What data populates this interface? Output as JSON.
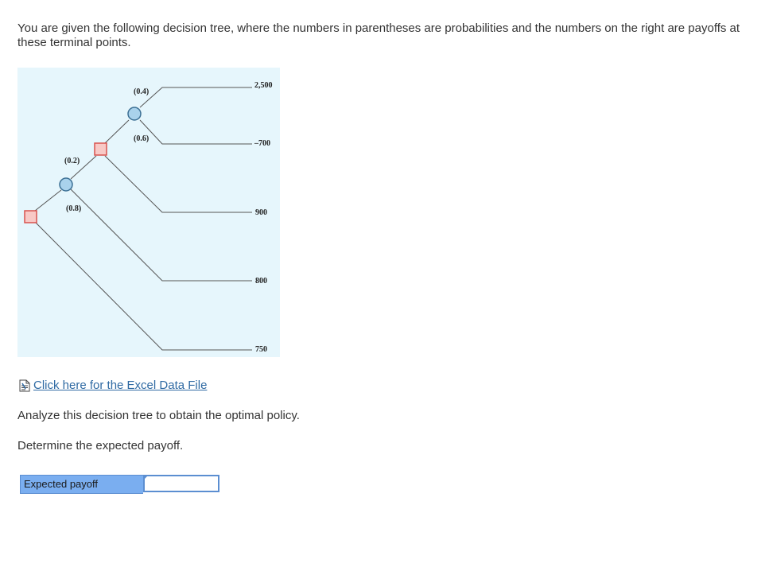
{
  "question": {
    "intro": "You are given the following decision tree, where the numbers in parentheses are probabilities and the numbers on the right are payoffs at these terminal points.",
    "analyze": "Analyze this decision tree to obtain the optimal policy.",
    "determine": "Determine the expected payoff."
  },
  "excel_link": {
    "icon": "document-icon",
    "label": "Click here for the Excel Data File"
  },
  "tree": {
    "probabilities": {
      "upper_chance_top": "(0.4)",
      "upper_chance_bottom": "(0.6)",
      "lower_chance_top": "(0.2)",
      "lower_chance_bottom": "(0.8)"
    },
    "payoffs": [
      "2,500",
      "–700",
      "900",
      "800",
      "750"
    ],
    "colors": {
      "background": "#e6f6fc",
      "decision_node_fill": "#f8c9c6",
      "decision_node_stroke": "#d9534f",
      "chance_node_fill": "#a9d2ec",
      "chance_node_stroke": "#3b6f94",
      "branch": "#555555"
    }
  },
  "answer": {
    "label": "Expected payoff",
    "value": ""
  }
}
